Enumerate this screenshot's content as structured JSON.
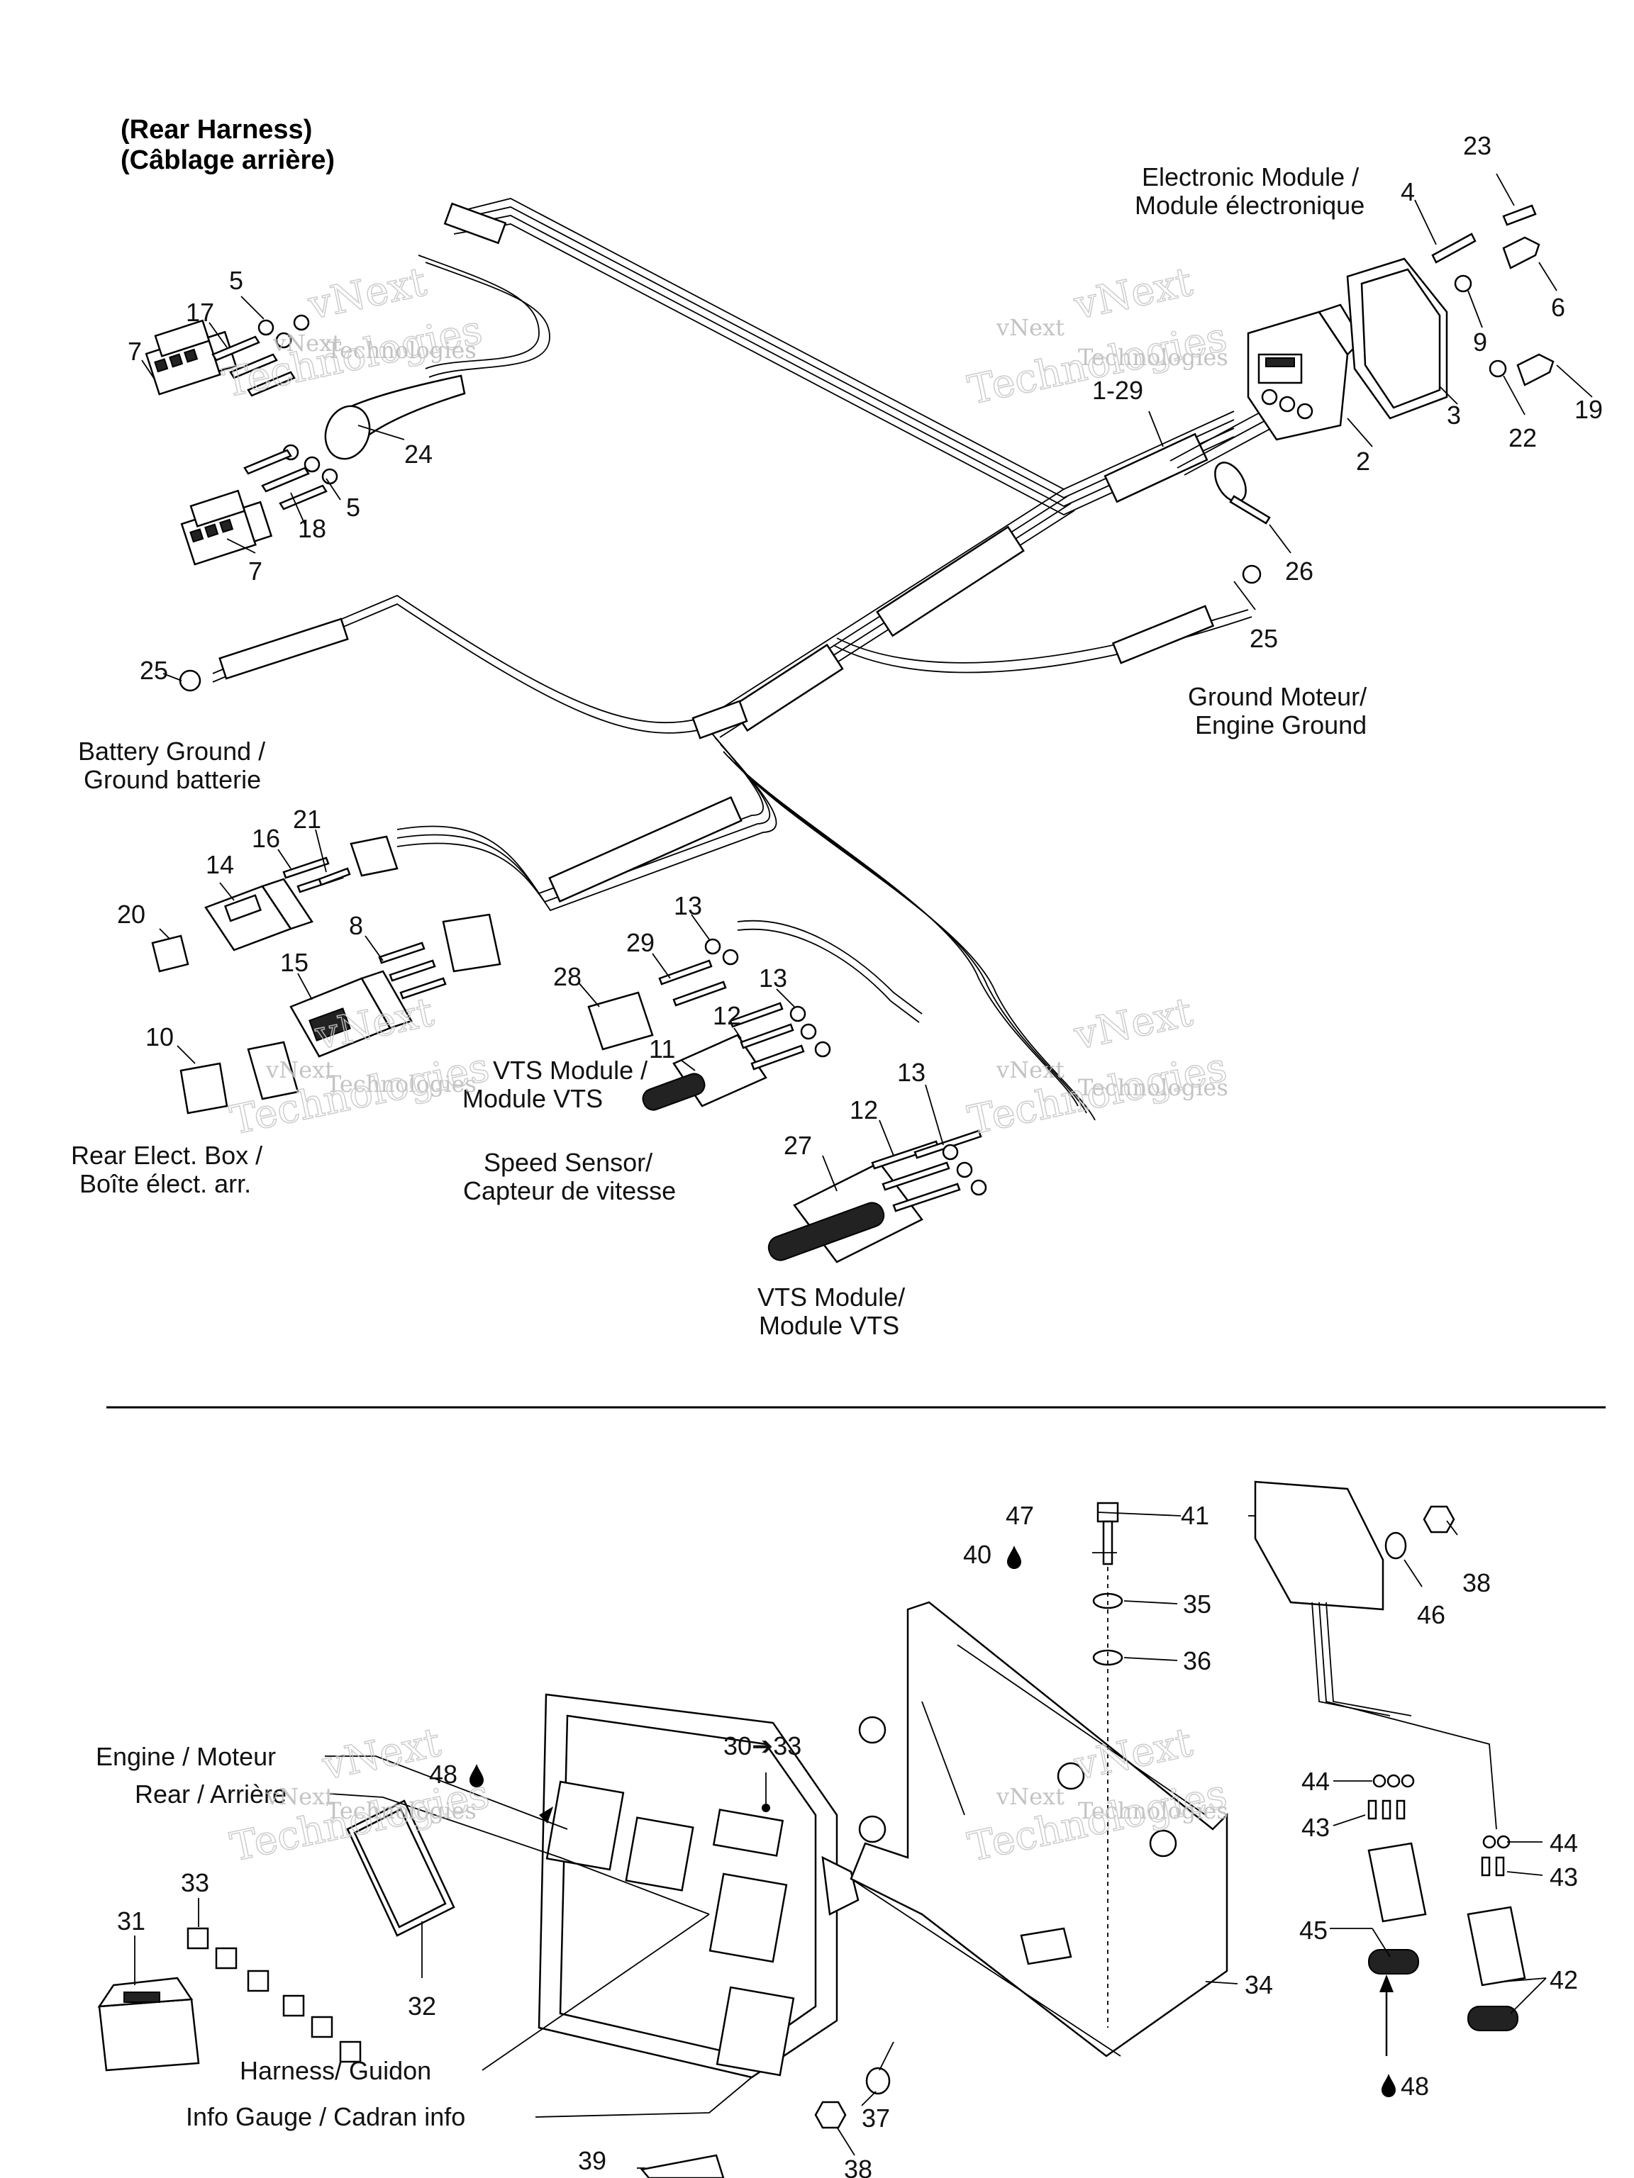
{
  "titles": {
    "line1": "(Rear Harness)",
    "line2": "(Câblage arrière)"
  },
  "labels": {
    "electronic_module_en": "Electronic Module /",
    "electronic_module_fr": "Module électronique",
    "battery_ground_en": "Battery Ground /",
    "battery_ground_fr": "Ground batterie",
    "ground_moteur": "Ground Moteur/",
    "engine_ground": "Engine Ground",
    "vts_module_1_en": "VTS Module /",
    "vts_module_1_fr": "Module VTS",
    "speed_sensor_en": "Speed Sensor/",
    "speed_sensor_fr": "Capteur de vitesse",
    "rear_elect_box_en": "Rear Elect. Box /",
    "rear_elect_box_fr": "Boîte élect. arr.",
    "vts_module_2_en": "VTS Module/",
    "vts_module_2_fr": "Module VTS",
    "engine_moteur": "Engine / Moteur",
    "rear_arriere": "Rear / Arrière",
    "harness_guidon": "Harness/ Guidon",
    "info_gauge": "Info Gauge / Cadran info"
  },
  "watermark": {
    "line1": "vNext",
    "line2": "Technologies"
  },
  "part_numbers": {
    "p1_29": "1-29",
    "p2": "2",
    "p3": "3",
    "p4": "4",
    "p5a": "5",
    "p5b": "5",
    "p6": "6",
    "p7a": "7",
    "p7b": "7",
    "p8": "8",
    "p9": "9",
    "p10": "10",
    "p11": "11",
    "p12a": "12",
    "p12b": "12",
    "p13a": "13",
    "p13b": "13",
    "p13c": "13",
    "p14": "14",
    "p15": "15",
    "p16": "16",
    "p17": "17",
    "p18": "18",
    "p19": "19",
    "p20": "20",
    "p21": "21",
    "p22": "22",
    "p23": "23",
    "p24": "24",
    "p25a": "25",
    "p25b": "25",
    "p26": "26",
    "p27": "27",
    "p28": "28",
    "p29": "29",
    "p30_33": "30➔33",
    "p31": "31",
    "p32": "32",
    "p33": "33",
    "p34": "34",
    "p35": "35",
    "p36": "36",
    "p37": "37",
    "p38a": "38",
    "p38b": "38",
    "p39": "39",
    "p40": "40",
    "p41": "41",
    "p42": "42",
    "p43a": "43",
    "p43b": "43",
    "p44a": "44",
    "p44b": "44",
    "p45": "45",
    "p46": "46",
    "p47": "47",
    "p48a": "48",
    "p48b": "48"
  },
  "icons": [
    "oil-drop-icon"
  ]
}
